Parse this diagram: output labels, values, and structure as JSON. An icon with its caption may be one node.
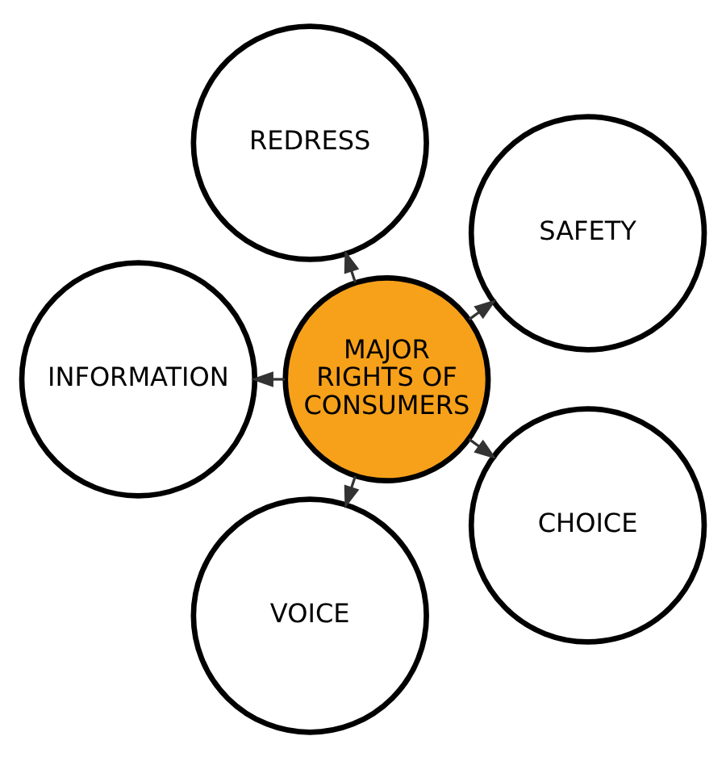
{
  "diagram": {
    "nodes": [
      {
        "text": [
          "SAFETY"
        ]
      },
      {
        "text": [
          "REDRESS"
        ]
      },
      {
        "text": [
          "MAJOR RIGHTS OF CONSUMERS"
        ]
      },
      {
        "text": [
          "INFORMATION"
        ]
      },
      {
        "text": [
          "VOICE"
        ]
      },
      {
        "text": [
          "CHOICE"
        ]
      }
    ],
    "edges": [
      {
        "from": 2,
        "to": 0,
        "arrow": "to"
      },
      {
        "from": 2,
        "to": 3,
        "arrow": "to"
      },
      {
        "from": 2,
        "to": 5,
        "arrow": "to"
      },
      {
        "from": 2,
        "to": 4,
        "arrow": "to"
      },
      {
        "from": 2,
        "to": 1,
        "arrow": "to"
      }
    ]
  }
}
